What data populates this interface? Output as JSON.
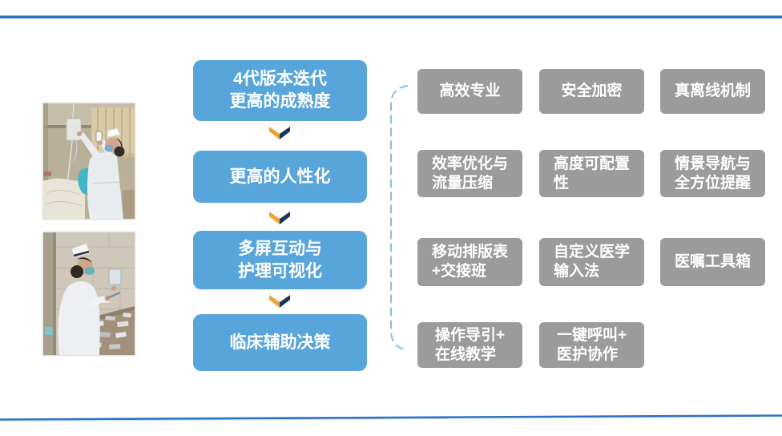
{
  "slide": {
    "background": "#ffffff"
  },
  "decorations": {
    "top_line_color": "#2d72c4",
    "bottom_line_color": "#2d72c4",
    "brace_color": "#85bce8"
  },
  "photos": [
    {
      "name": "nurse-scanning-iv-photo",
      "alt": "护士举起扫描设备核对输液袋"
    },
    {
      "name": "nurse-preparing-medication-photo",
      "alt": "护士在治疗室配药核对药品"
    }
  ],
  "flow": {
    "box_color": "#57a5db",
    "text_color": "#ffffff",
    "arrow_color_left": "#f0a233",
    "arrow_color_right": "#17365d",
    "steps": [
      {
        "label": "4代版本迭代\n更高的成熟度"
      },
      {
        "label": "更高的人性化"
      },
      {
        "label": "多屏互动与\n护理可视化"
      },
      {
        "label": "临床辅助决策"
      }
    ]
  },
  "features": {
    "box_color": "#9b9b9b",
    "text_color": "#ffffff",
    "items": [
      {
        "label": "高效专业"
      },
      {
        "label": "安全加密"
      },
      {
        "label": "真离线机制"
      },
      {
        "label": "效率优化与\n流量压缩"
      },
      {
        "label": "高度可配置\n性"
      },
      {
        "label": "情景导航与\n全方位提醒"
      },
      {
        "label": "移动排版表\n+交接班"
      },
      {
        "label": "自定义医学\n输入法"
      },
      {
        "label": "医嘱工具箱"
      },
      {
        "label": "操作导引+\n在线教学"
      },
      {
        "label": "一键呼叫+\n医护协作"
      }
    ]
  }
}
